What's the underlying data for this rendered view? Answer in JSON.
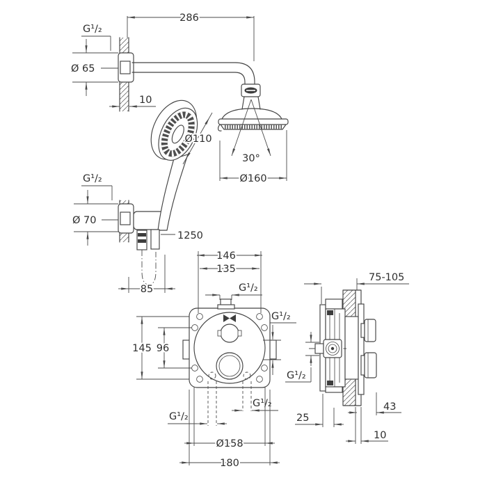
{
  "drawing": {
    "background": "#ffffff",
    "line_color": "#434343",
    "views": {
      "head_shower": {
        "arm_length": "286",
        "wall_thread": "G¹/₂",
        "escutcheon_diameter": "Ø 65",
        "wall_offset": "10",
        "hand_shower_diameter": "Ø110",
        "spray_angle": "30°",
        "head_diameter": "Ø160"
      },
      "hand_shower_holder": {
        "wall_thread": "G¹/₂",
        "escutcheon_diameter": "Ø 70",
        "hose_length": "1250",
        "wall_distance": "85"
      },
      "valve_front": {
        "body_width": "146",
        "screw_spacing_h": "135",
        "top_port_thread": "G¹/₂",
        "side_port_thread": "G¹/₂",
        "body_height": "145",
        "screw_spacing_v": "96",
        "bottom_left_port_thread": "G¹/₂",
        "bottom_right_port_thread": "G¹/₂",
        "trim_diameter": "Ø158",
        "plate_width": "180"
      },
      "valve_side": {
        "installation_depth_range": "75-105",
        "inlet_thread": "G¹/₂",
        "handle_projection": "43",
        "box_depth": "25",
        "tile_thickness": "10"
      }
    }
  }
}
